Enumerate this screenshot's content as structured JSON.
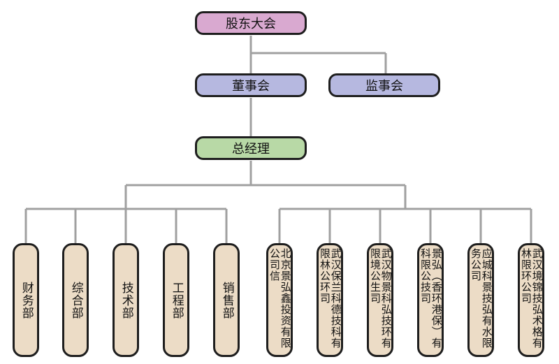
{
  "colors": {
    "shareholders_fill": "#d9a9d0",
    "board_fill": "#b6b8e0",
    "supervisory_fill": "#b6b8e0",
    "gm_fill": "#b8d9a6",
    "unit_fill": "#ecdcc6",
    "connector": "#a0a0a0",
    "border": "#1e1e1e"
  },
  "top": {
    "shareholders": "股东大会",
    "board": "董事会",
    "supervisory": "监事会",
    "gm": "总经理"
  },
  "departments": [
    "财务部",
    "综合部",
    "技术部",
    "工程部",
    "销售部"
  ],
  "companies": [
    "北京景弘鑫投资有限公司信",
    "武汉保兰科德技科有限林公环司",
    "武汉物景科弘技环有限境公生司",
    "景弘（香环港保）有科限公技司",
    "应城科景技弘有水限务公司",
    "武汉境锦技弘术格有林限环公司"
  ]
}
